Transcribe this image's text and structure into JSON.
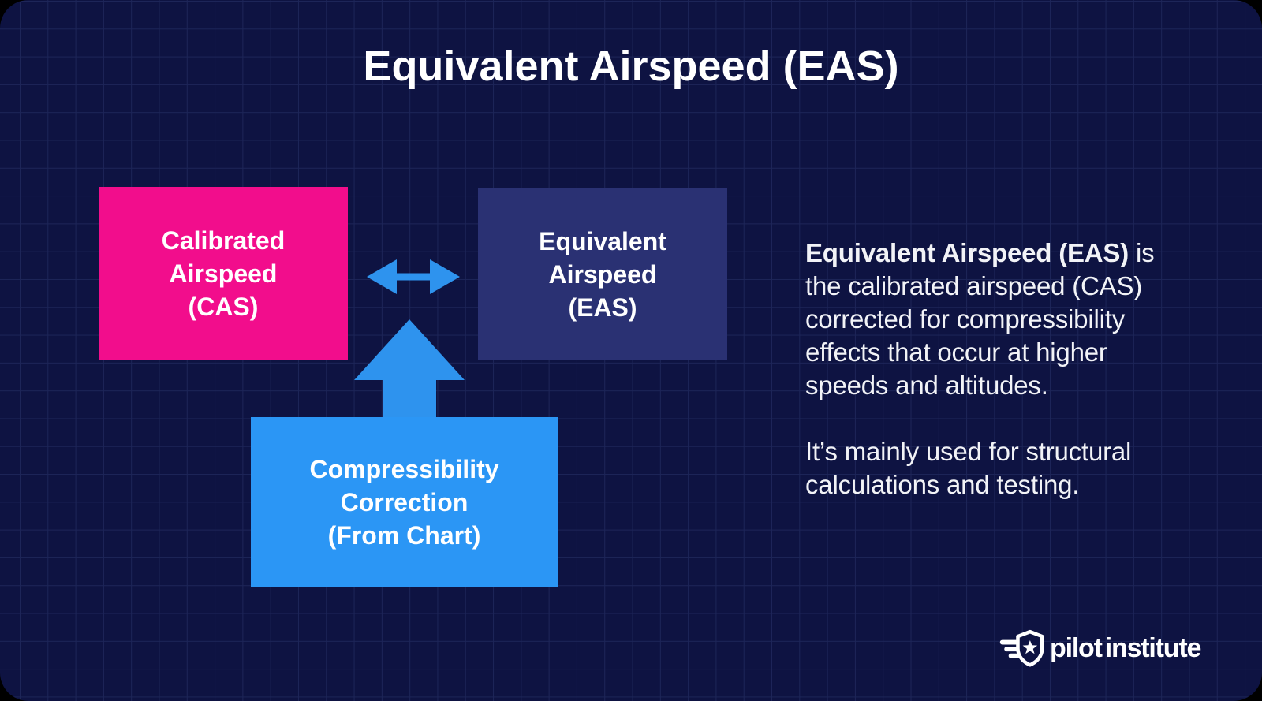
{
  "page": {
    "title": "Equivalent Airspeed (EAS)"
  },
  "diagram": {
    "cas_box": {
      "label": "Calibrated\nAirspeed\n(CAS)",
      "color": "#F20D8C"
    },
    "eas_box": {
      "label": "Equivalent\nAirspeed\n(EAS)",
      "color": "#2A3173"
    },
    "compressibility_box": {
      "label": "Compressibility\nCorrection\n(From Chart)",
      "color": "#2B96F5"
    },
    "arrows": {
      "bidirectional_arrow": "between CAS and EAS boxes",
      "up_arrow": "from Compressibility Correction box to space between CAS and EAS",
      "color": "#2E93EE"
    }
  },
  "description": {
    "lead_bold": "Equivalent Airspeed (EAS)",
    "lead_rest": " is",
    "para1_lines": "the calibrated airspeed (CAS)\ncorrected for compressibility\neffects that occur at higher\nspeeds and altitudes.",
    "para2_lines": "It’s mainly used for structural\ncalculations and testing."
  },
  "branding": {
    "logo_part1": "pilot",
    "logo_part2": "institute",
    "logo_icon": "winged-shield-star"
  },
  "colors": {
    "canvas_background": "#0E1342",
    "grid_line": "#1D2558",
    "text": "#F2F3F7",
    "pink": "#F20D8C",
    "navy_box": "#2A3173",
    "bright_blue": "#2B96F5"
  }
}
